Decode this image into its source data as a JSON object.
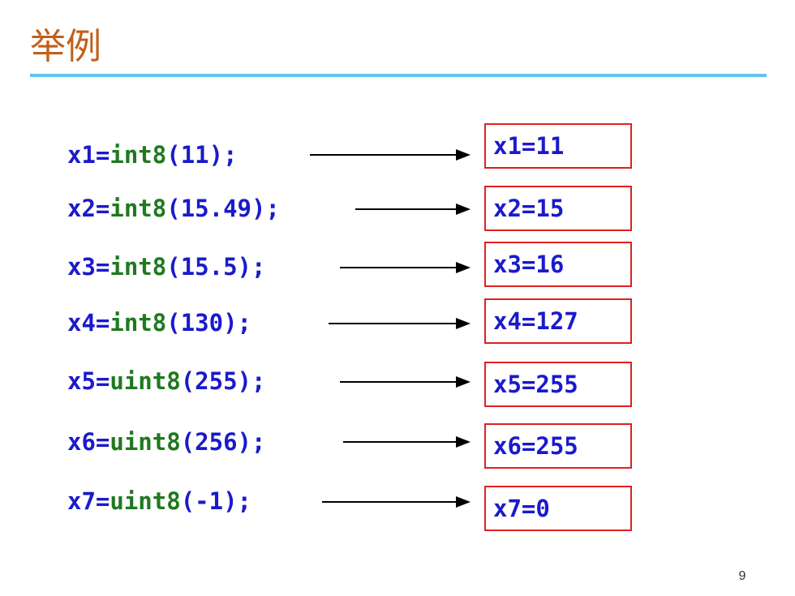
{
  "slide": {
    "title": "举例",
    "page_number": "9",
    "colors": {
      "title": "#c0601a",
      "rule": "#60c5ee",
      "variable": "#1a1acc",
      "function": "#1f7a1f",
      "result_text": "#1a1acc",
      "box_border": "#e02020",
      "arrow": "#000000"
    }
  },
  "rows": [
    {
      "var": "x1=",
      "func": "int8",
      "arg": "(11);",
      "result": "x1=11"
    },
    {
      "var": "x2=",
      "func": "int8",
      "arg": "(15.49);",
      "result": "x2=15"
    },
    {
      "var": "x3=",
      "func": "int8",
      "arg": "(15.5);",
      "result": "x3=16"
    },
    {
      "var": "x4=",
      "func": "int8",
      "arg": "(130);",
      "result": "x4=127"
    },
    {
      "var": "x5=",
      "func": "uint8",
      "arg": "(255);",
      "result": "x5=255"
    },
    {
      "var": "x6=",
      "func": "uint8",
      "arg": "(256);",
      "result": "x6=255"
    },
    {
      "var": "x7=",
      "func": "uint8",
      "arg": "(-1);",
      "result": "x7=0"
    }
  ]
}
